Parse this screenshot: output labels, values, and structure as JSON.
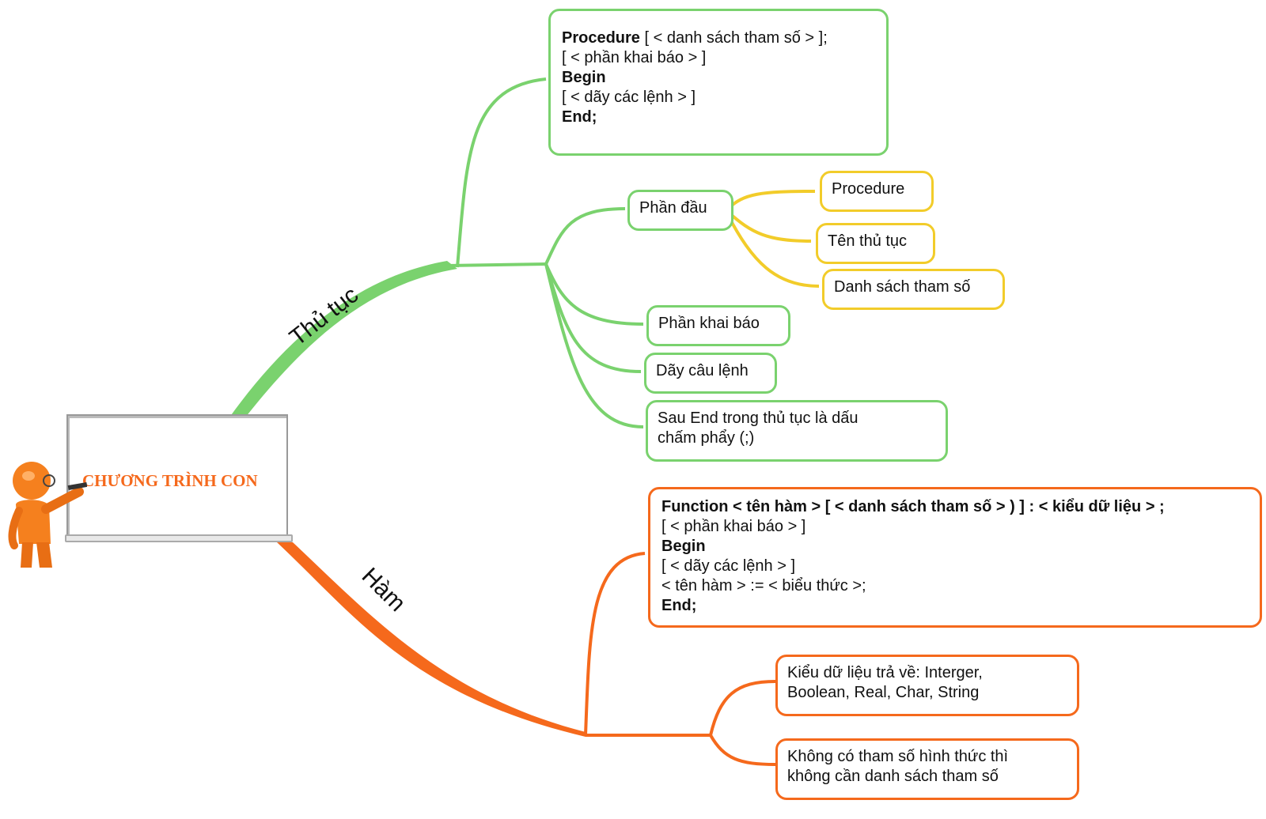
{
  "root": {
    "title": "CHƯƠNG TRÌNH CON"
  },
  "branches": {
    "procedure": {
      "label": "Thủ tục",
      "color": "#7ad26e"
    },
    "function": {
      "label": "Hàm",
      "color": "#f5691c"
    }
  },
  "procedure_syntax": {
    "line1_kw": "Procedure",
    "line1_rest": " [ < danh sách tham số > ];",
    "line2": "[ < phần khai báo > ]",
    "line3": "Begin",
    "line4": "[ < dãy các lệnh > ]",
    "line5": "End;"
  },
  "procedure_parts": {
    "head": "Phần đầu",
    "head_items": [
      "Procedure",
      "Tên thủ tục",
      "Danh sách tham số"
    ],
    "declare": "Phần khai báo",
    "statements": "Dãy câu lệnh",
    "note": "Sau End trong thủ tục là dấu chấm phẩy (;)"
  },
  "function_syntax": {
    "line1": "Function < tên hàm > [ < danh sách tham số > ) ] : < kiểu dữ liệu > ;",
    "line2": "[ < phần khai báo > ]",
    "line3": "Begin",
    "line4": "[ < dãy các lệnh > ]",
    "line5": "< tên hàm > := < biểu thức >;",
    "line6": "End;"
  },
  "function_notes": {
    "return_type": "Kiểu dữ liệu trả về: Interger, Boolean, Real, Char, String",
    "no_params": "Không có tham số hình thức thì không cần danh sách tham số"
  },
  "colors": {
    "green": "#7ad26e",
    "yellow": "#f2cc2a",
    "orange": "#f5691c"
  }
}
